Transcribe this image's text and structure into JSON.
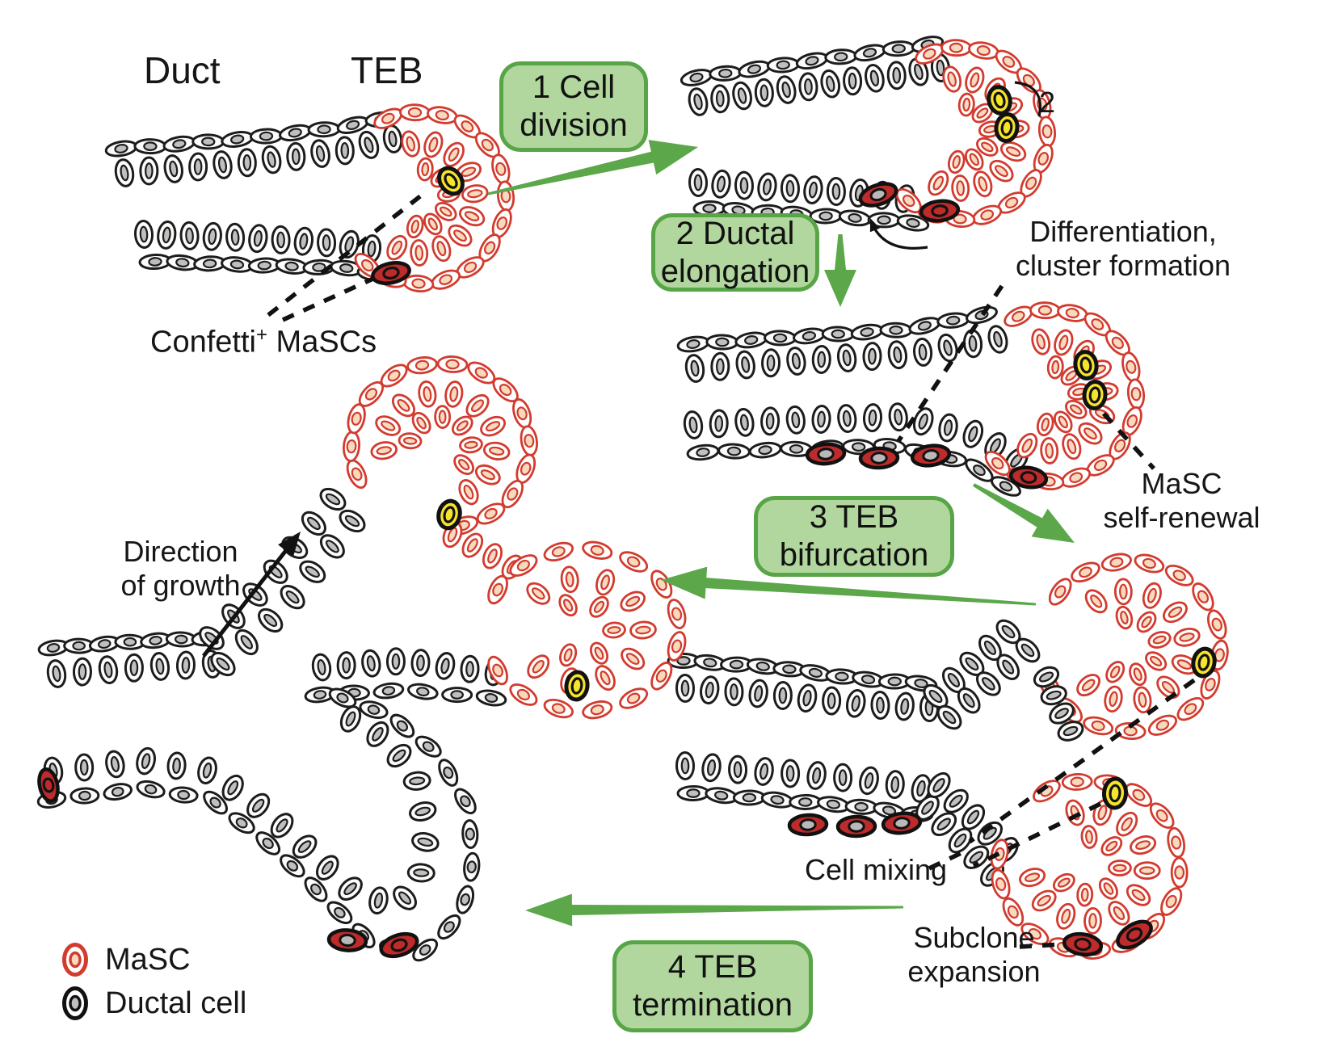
{
  "labels": {
    "duct": "Duct",
    "teb": "TEB",
    "confetti_base": "Confetti",
    "confetti_sup": "+",
    "confetti_rest": " MaSCs",
    "division_count": "2",
    "differentiation_line1": "Differentiation,",
    "differentiation_line2": "cluster formation",
    "self_renewal_line1": "MaSC",
    "self_renewal_line2": "self-renewal",
    "cell_mixing": "Cell mixing",
    "subclone_line1": "Subclone",
    "subclone_line2": "expansion",
    "direction_line1": "Direction",
    "direction_line2": "of growth"
  },
  "steps": [
    {
      "line1": "1 Cell",
      "line2": "division"
    },
    {
      "line1": "2 Ductal",
      "line2": "elongation"
    },
    {
      "line1": "3 TEB",
      "line2": "bifurcation"
    },
    {
      "line1": "4 TEB",
      "line2": "termination"
    }
  ],
  "legend": [
    {
      "label": "MaSC",
      "icon": "masc-cell-icon"
    },
    {
      "label": "Ductal cell",
      "icon": "ductal-cell-icon"
    }
  ],
  "colors": {
    "ink": "#161616",
    "duct_stroke": "#1c1c1c",
    "duct_fill": "#fcfcfa",
    "duct_nucleus": "#bfbfbf",
    "teb_stroke": "#d23b2e",
    "teb_fill": "#ffffff",
    "teb_nucleus": "#f7d9bd",
    "masc_fill": "#bd2b2b",
    "masc_gray_nucleus": "#b9b9b9",
    "yellow_fill": "#f6e42c",
    "green_arrow": "#5ba74a",
    "box_fill": "#b2d79e",
    "box_stroke": "#57a546",
    "black": "#111111"
  }
}
